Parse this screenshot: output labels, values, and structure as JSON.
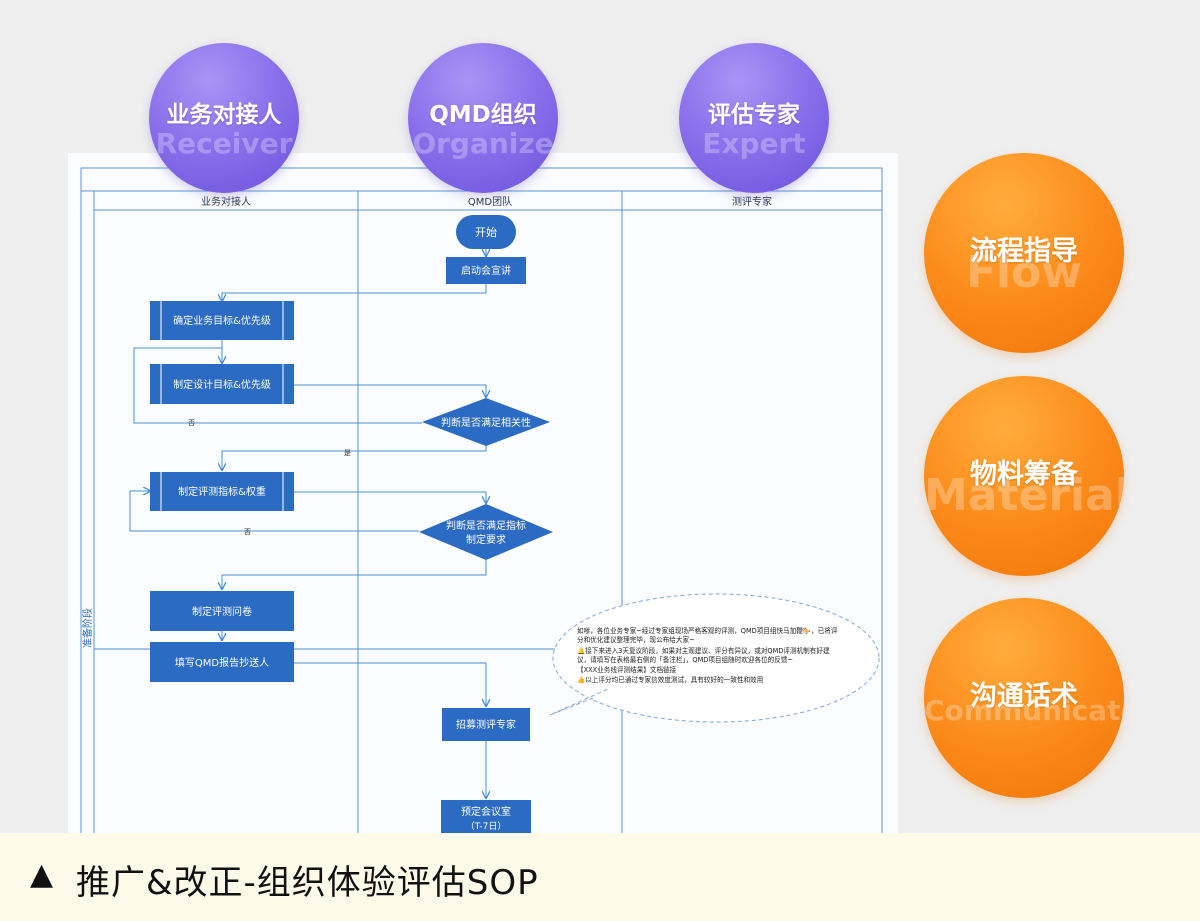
{
  "header_circles": [
    {
      "label": "业务对接人",
      "ghost": "Receiver"
    },
    {
      "label": "QMD组织",
      "ghost": "Organize"
    },
    {
      "label": "评估专家",
      "ghost": "Expert"
    }
  ],
  "side_circles": [
    {
      "label": "流程指导",
      "ghost": "Flow"
    },
    {
      "label": "物料筹备",
      "ghost": "Material"
    },
    {
      "label": "沟通话术",
      "ghost": "Communicate"
    }
  ],
  "diagram": {
    "lanes": [
      "业务对接人",
      "QMD团队",
      "测评专家"
    ],
    "phase_label": "准备阶段",
    "nodes": {
      "start": "开始",
      "kickoff": "启动会宣讲",
      "biz_goal": "确定业务目标&优先级",
      "design_goal": "制定设计目标&优先级",
      "check_relevance": "判断是否满足相关性",
      "metrics": "制定评测指标&权重",
      "check_metrics_1": "判断是否满足指标",
      "check_metrics_2": "制定要求",
      "questionnaire": "制定评测问卷",
      "report_cc": "填写QMD报告抄送人",
      "recruit": "招募测评专家",
      "room_1": "预定会议室",
      "room_2": "（T-7日）"
    },
    "edge_labels": {
      "no_1": "否",
      "yes": "是",
      "no_2": "否"
    },
    "note_lines": [
      "如嗲，各位业务专家~经过专家组现场严格客观的评测，QMD项目组快马加鞭🐎，已将评",
      "分和优化建议整理完毕，现公布给大家~",
      "🔔接下来进入3天复议阶段，如果对主观建议、评分有异议，或对QMD评测机制有好建",
      "议，请填写在表格最右侧的「备注栏」，QMD项目组随时欢迎各位的反馈~",
      "【XXX业务线评测结果】文档链接",
      "👍以上评分均已通过专家信效度测试，具有较好的一致性和效用"
    ]
  },
  "footer": {
    "marker": "▲",
    "title": "推广&改正-组织体验评估SOP"
  },
  "colors": {
    "node_blue": "#2c6bc4",
    "line_blue": "#4a8fd6",
    "purple": "#7b62e6",
    "orange": "#f98312"
  }
}
